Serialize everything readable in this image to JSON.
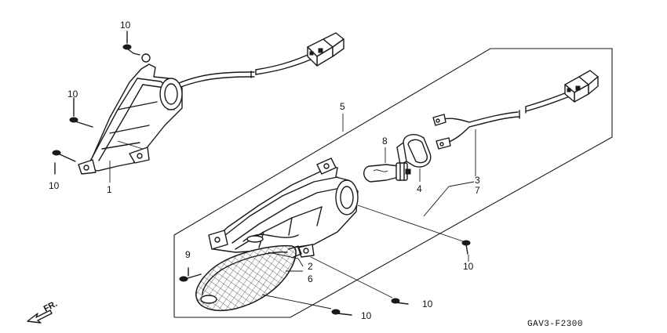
{
  "callouts": {
    "p1": "1",
    "p2": "2",
    "p3": "3",
    "p4": "4",
    "p5": "5",
    "p6": "6",
    "p7": "7",
    "p8": "8",
    "p9": "9",
    "p10": "10"
  },
  "direction_label": "FR.",
  "diagram_code": "GAV3-F2300"
}
